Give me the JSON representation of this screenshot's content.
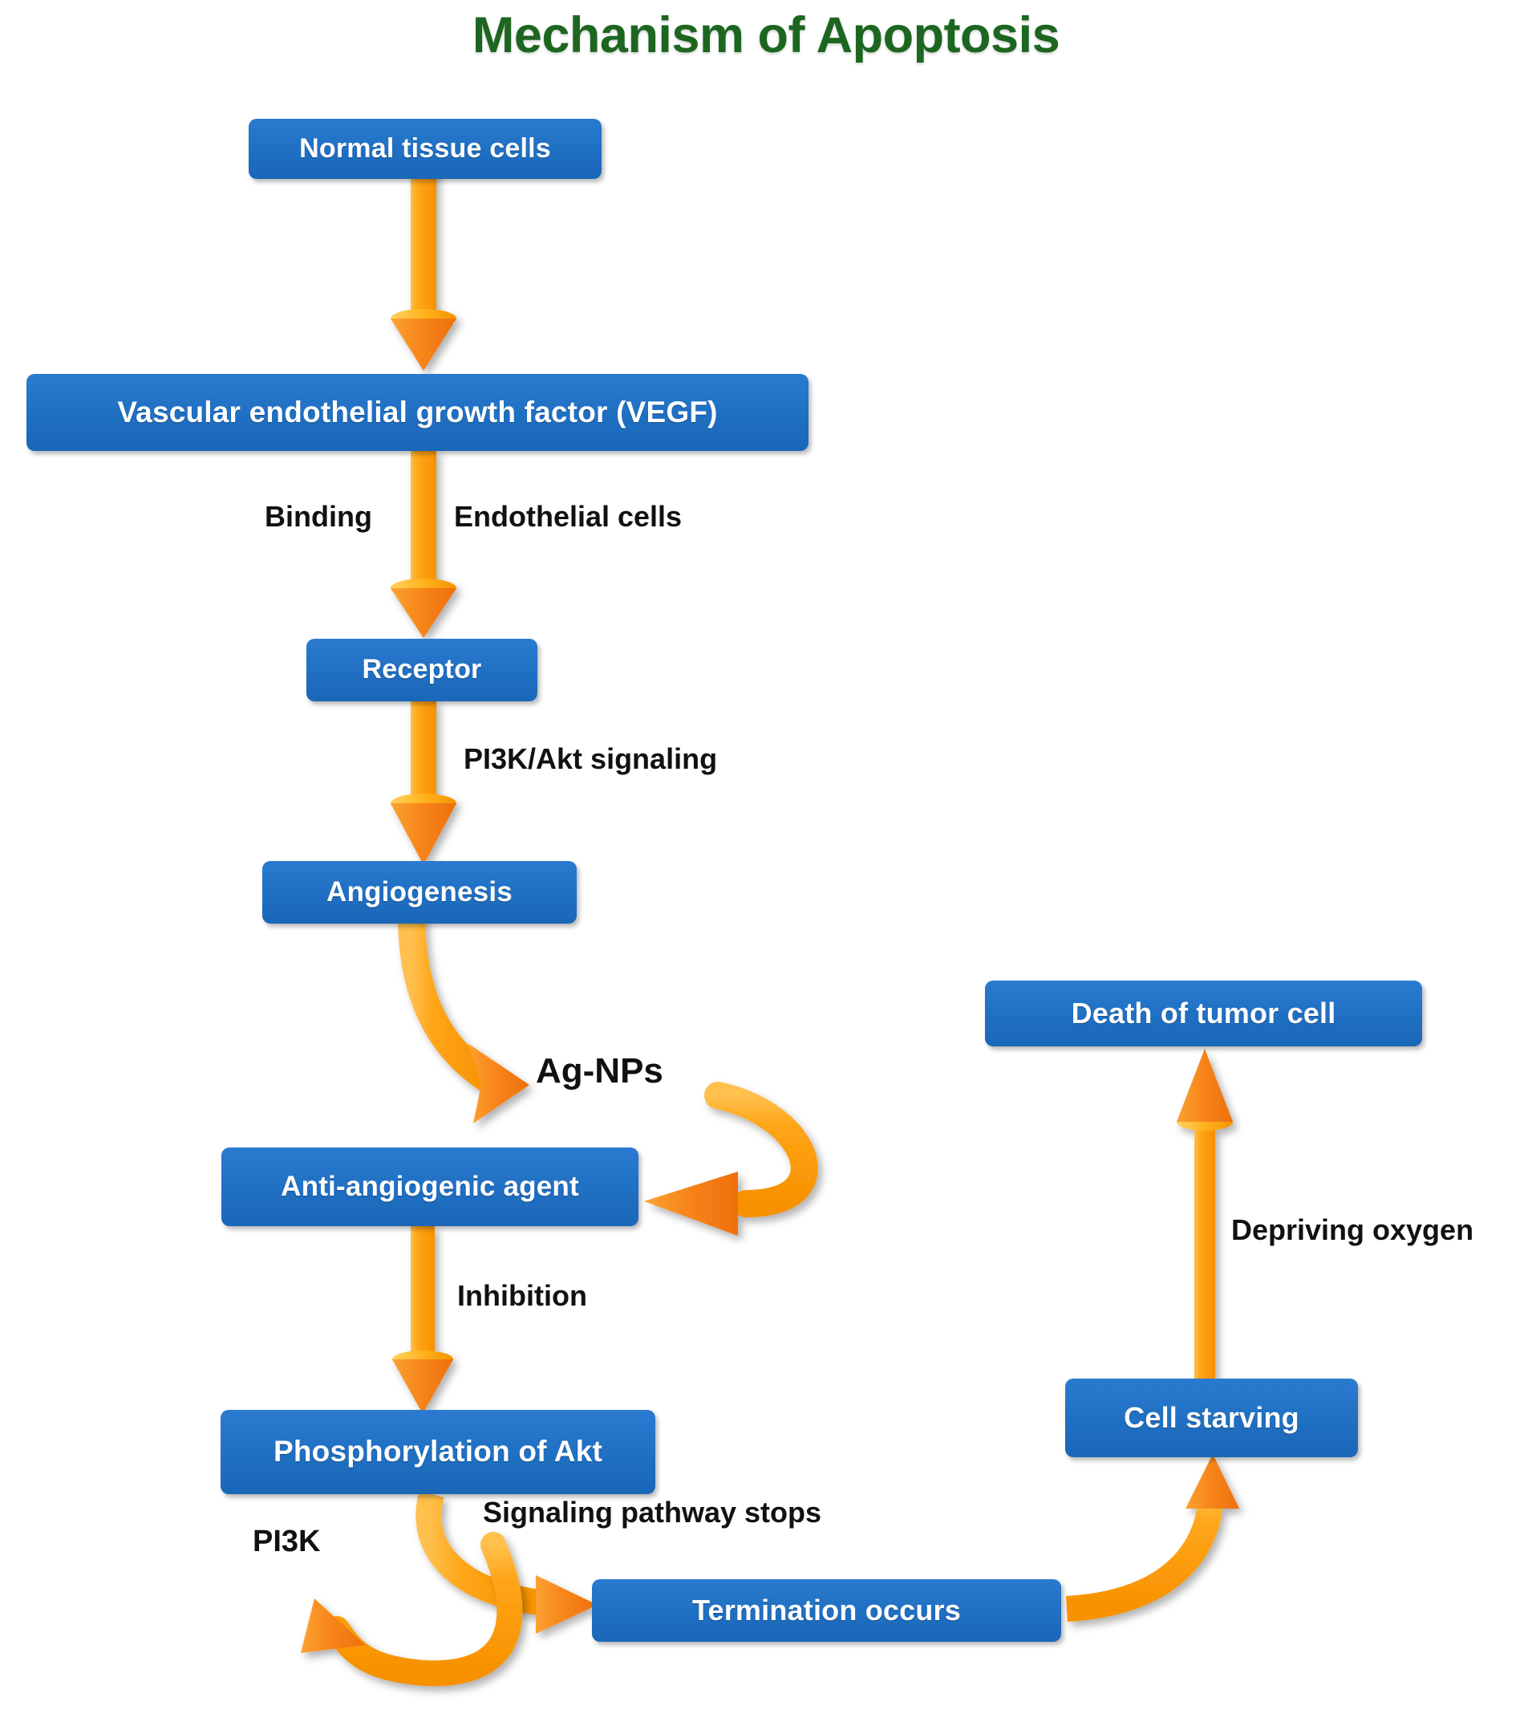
{
  "title": "Mechanism of Apoptosis",
  "colors": {
    "title_green": "#1d6620",
    "node_blue": "#1f72c6",
    "arrow_orange": "#FF9900",
    "arrow_head_orange": "#F47B20",
    "label_black": "#111111",
    "background": "#FFFFFF"
  },
  "nodes": [
    {
      "id": "normal-tissue-cells",
      "label": "Normal tissue cells"
    },
    {
      "id": "vegf",
      "label": "Vascular endothelial growth factor (VEGF)"
    },
    {
      "id": "receptor",
      "label": "Receptor"
    },
    {
      "id": "angiogenesis",
      "label": "Angiogenesis"
    },
    {
      "id": "anti-angiogenic-agent",
      "label": "Anti-angiogenic agent"
    },
    {
      "id": "phosphorylation-of-akt",
      "label": "Phosphorylation of Akt"
    },
    {
      "id": "termination-occurs",
      "label": "Termination occurs"
    },
    {
      "id": "cell-starving",
      "label": "Cell starving"
    },
    {
      "id": "death-of-tumor-cell",
      "label": "Death of tumor cell"
    }
  ],
  "edge_labels": [
    {
      "id": "binding",
      "text": "Binding"
    },
    {
      "id": "endothelial-cells",
      "text": "Endothelial cells"
    },
    {
      "id": "pi3k-akt-signaling",
      "text": "PI3K/Akt signaling"
    },
    {
      "id": "ag-nps",
      "text": "Ag-NPs"
    },
    {
      "id": "inhibition",
      "text": "Inhibition"
    },
    {
      "id": "signaling-pathway-stops",
      "text": "Signaling pathway stops"
    },
    {
      "id": "pi3k",
      "text": "PI3K"
    },
    {
      "id": "depriving-oxygen",
      "text": "Depriving oxygen"
    }
  ],
  "flow": [
    {
      "from": "normal-tissue-cells",
      "to": "vegf",
      "label": ""
    },
    {
      "from": "vegf",
      "to": "receptor",
      "label": "Binding / Endothelial cells"
    },
    {
      "from": "receptor",
      "to": "angiogenesis",
      "label": "PI3K/Akt signaling"
    },
    {
      "from": "angiogenesis",
      "to": "ag-nps",
      "label": "Ag-NPs"
    },
    {
      "from": "ag-nps",
      "to": "anti-angiogenic-agent",
      "label": ""
    },
    {
      "from": "anti-angiogenic-agent",
      "to": "phosphorylation-of-akt",
      "label": "Inhibition"
    },
    {
      "from": "phosphorylation-of-akt",
      "to": "termination-occurs",
      "label": "Signaling pathway stops"
    },
    {
      "from": "phosphorylation-of-akt",
      "to": "pi3k",
      "label": "PI3K"
    },
    {
      "from": "termination-occurs",
      "to": "cell-starving",
      "label": ""
    },
    {
      "from": "cell-starving",
      "to": "death-of-tumor-cell",
      "label": "Depriving oxygen"
    }
  ]
}
